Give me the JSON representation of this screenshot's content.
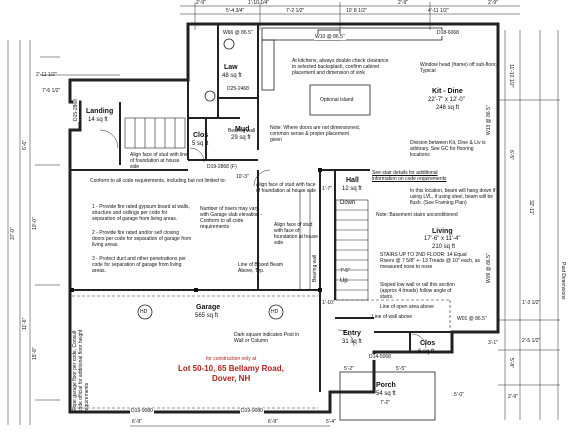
{
  "rooms": {
    "law": {
      "name": "Law",
      "area": "48 sq ft"
    },
    "landing": {
      "name": "Landing",
      "area": "14 sq ft"
    },
    "clos_upper": {
      "name": "Clos",
      "area": "5 sq ft"
    },
    "mud": {
      "name": "Mud",
      "area": "29 sq ft"
    },
    "kitdine": {
      "name": "Kit - Dine",
      "dims": "22'-7\" x 12'-0\"",
      "area": "246 sq ft"
    },
    "hall": {
      "name": "Hall",
      "area": "12 sq ft"
    },
    "down": {
      "name": "Down"
    },
    "up": {
      "name": "Up"
    },
    "living": {
      "name": "Living",
      "dims": "17'-6\" x 11'-4\"",
      "area": "210 sq ft"
    },
    "garage": {
      "name": "Garage",
      "area": "565 sq ft"
    },
    "entry": {
      "name": "Entry",
      "area": "31 sq ft"
    },
    "clos_lower": {
      "name": "Clos",
      "area": "6 sq ft"
    },
    "porch": {
      "name": "Porch",
      "area": "54 sq ft"
    }
  },
  "notes": {
    "kitchen_clearance": "At kitchens, always double check clearance to selected backsplash, confirm cabinet placement and dimension of sink",
    "optional_island": "Optional Island",
    "window_head": "Window head (frame) off sub-floor, Typical",
    "doors_note": "Note: Where doors are not dimensioned, common sense & proper placement given",
    "division_note": "Division between Kit, Dine & Liv is arbitrary. See GC for flooring locations",
    "see_stair": "See stair details for additional information on code requirements",
    "beam_note": "In this location, beam will hang down if using LVL, if using steel, beam will be flush. (See Framing Plan)",
    "basement_stairs": "Note: Basement stairs unconditioned",
    "stairs_up": "STAIRS UP TO 2ND FLOOR: 14 Equal Risers @ 7 5/8\" +- 13 Treads @ 10\" each, as measured nose to nose",
    "sloped_low_wall": "Sloped low wall or rail this section (approx 4 treads) follow angle of stairs.",
    "open_area": "Line of open area above",
    "line_above": "Line of wall above",
    "conform_title": "Conform to all code requirements, including but not limited to:",
    "code1": "1 - Provide fire rated gypsum board at walls, structure and ceilings per code for separation of garage from living areas.",
    "code2": "2 - Provide fire rated and/or self closing doors per code for separation of garage from living areas.",
    "code3": "3 - Protect duct and other penetrations per code for separation of garage from living areas.",
    "risers_note": "Number of risers may vary with Garage slab elevation - Conform to all code requirements",
    "align_face1": "Align face of stud with line of foundation at house side",
    "align_face2": "Align face of stud with face of foundation at house side",
    "align_face3": "Align face of stud with face of foundation at house side",
    "line_boxed": "Line of Boxed Beam Above, Typ.",
    "dark_square": "Dark square indicates Post in Wall or Column",
    "slope_floor": "Slope garage floor per code. Consult code official for additional floor height requirements",
    "construction_only": "for construction only at",
    "lot_line1": "Lot 50-10, 65 Bellamy Road,",
    "lot_line2": "Dover, NH",
    "bearing": "Bearing wall",
    "past_dims": "Past Dimensions"
  },
  "tags": {
    "w66": "W66 @ 86.5\"",
    "w10": "W10 @ 86.5\"",
    "d18": "D18-6068",
    "d25a": "D25-2468",
    "d15": "D15-2868",
    "d19": "D19-2868 (F)",
    "w13": "W13 @ 86.5\"",
    "w09": "W09 @ 86.5\"",
    "w01": "W01 @ 86.5\"",
    "d14": "D14-5068",
    "hd1": "HD",
    "hd2": "HD",
    "d19b": "D19-9080",
    "d19c": "D19-9080"
  },
  "dimensions": {
    "top": [
      "2'-9\"",
      "5'-4 3/4\"",
      "1'-10 1/4\"",
      "7'-2 1/2\"",
      "10' 8 1/2\"",
      "2'-9\"",
      "4'-11 1/2\"",
      "2'-9\""
    ],
    "left": [
      "2'-11 1/2\"",
      "7'-6 1/2\"",
      "6'-6\"",
      "37'-0\"",
      "10'-0\"",
      "11'-6\"",
      "15'-8\""
    ],
    "right": [
      "11'-10 1/2\"",
      "6'-5\"",
      "32'-11\"",
      "1'-3 1/2\"",
      "2'-5 1/2\"",
      "5'-8\"",
      "2'-9\""
    ],
    "middle": [
      "10'-3\"",
      "1'-7\"",
      "7'-5\"",
      "1'-10\"",
      "5'-2\"",
      "5'-5\"",
      "7'-2\"",
      "5'-0\"",
      "3'-1\""
    ],
    "bottom": [
      "6'-9\"",
      "6'-9\"",
      "5'-4\""
    ]
  }
}
